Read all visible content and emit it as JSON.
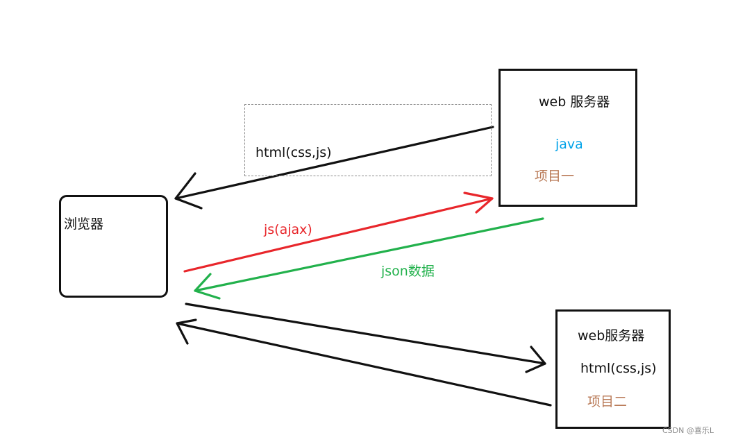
{
  "browser": {
    "label": "浏览器"
  },
  "server1": {
    "title": "web 服务器",
    "language": "java",
    "project": "项目一"
  },
  "server2": {
    "title": "web服务器",
    "content": "html(css,js)",
    "project": "项目二"
  },
  "arrows": {
    "html_response": "html(css,js)",
    "ajax_request": "js(ajax)",
    "json_response": "json数据"
  },
  "watermark": "CSDN @喜乐L",
  "colors": {
    "box_border": "#111111",
    "ajax_arrow": "#e8262b",
    "json_arrow": "#22b14c",
    "java_text": "#00a2e8",
    "project_text": "#b97a57",
    "default_text": "#111111"
  }
}
